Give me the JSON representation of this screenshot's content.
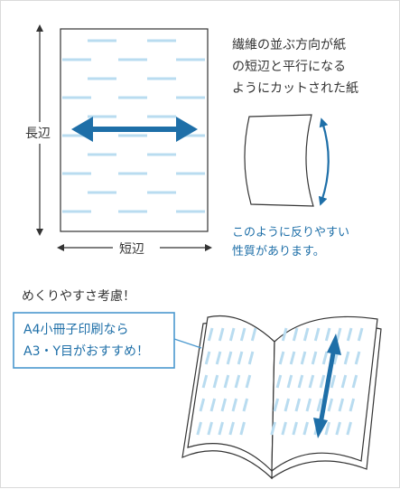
{
  "labels": {
    "long_edge": "長辺",
    "short_edge": "短辺",
    "description_lines": [
      "繊維の並ぶ方向が紙",
      "の短辺と平行になる",
      "ようにカットされた紙"
    ],
    "curl_note_lines": [
      "このように反りやすい",
      "性質があります。"
    ],
    "consider_heading": "めくりやすさ考慮！",
    "recommend_lines": [
      "A4小冊子印刷なら",
      "A3・Y目がおすすめ！"
    ]
  },
  "colors": {
    "text": "#333333",
    "accent": "#1e6fa8",
    "grain": "#b9dcf0",
    "callout_border": "#4a98cf"
  }
}
